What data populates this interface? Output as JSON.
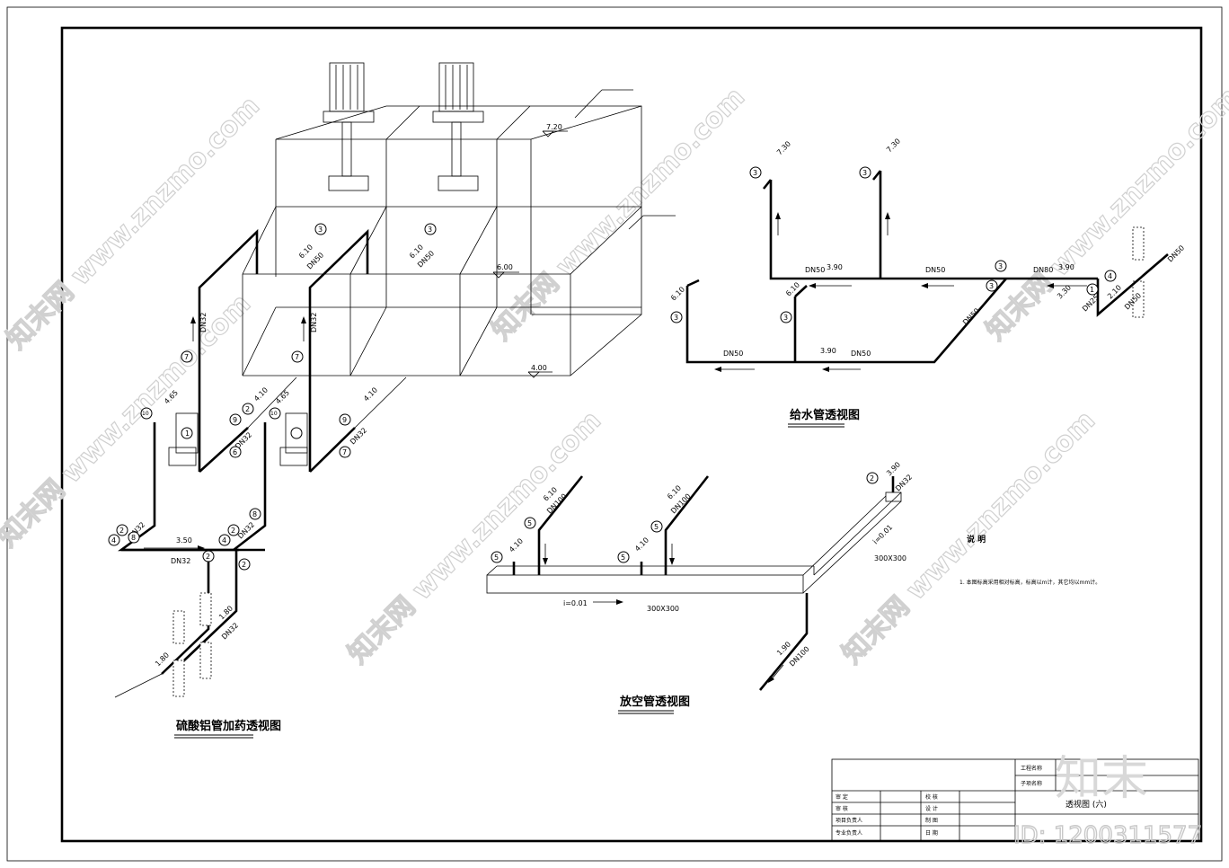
{
  "drawing": {
    "diagram_titles": {
      "supply": "给水管透视图",
      "vent": "放空管透视图",
      "alum": "硫酸铝管加药透视图"
    },
    "notes": {
      "heading": "说 明",
      "item1": "1. 本图标高采用相对标高，标高以m计，其它均以mm计。"
    },
    "title_block": {
      "project_name": "工程名称",
      "sub_name": "子项名称",
      "drawing_name": "透视图 (六)",
      "rows": [
        [
          "审 定",
          "校 核"
        ],
        [
          "审 核",
          "设 计"
        ],
        [
          "项目负责人",
          "制 图"
        ],
        [
          "专业负责人",
          "日 期"
        ]
      ]
    },
    "tank": {
      "elev_top": "7.20",
      "elev_mid": "6.00",
      "elev_bottom": "4.00",
      "elev_inlet_a": "6.10",
      "elev_inlet_b": "6.10",
      "dn_inlet_a": "DN50",
      "dn_inlet_b": "DN50"
    },
    "alum": {
      "riser_dn_a": "DN32",
      "riser_dn_b": "DN32",
      "elev_a": "4.65",
      "elev_b": "4.65",
      "elev_c": "4.10",
      "elev_d": "4.10",
      "dn_c": "DN32",
      "dn_d": "DN32",
      "header_elev": "3.50",
      "header_dn": "DN32",
      "branch_dn_a": "DN32",
      "branch_dn_b": "DN32",
      "lower_elev": "1.80",
      "lower_elev_b": "1.80",
      "lower_dn": "DN32",
      "pump_label": "1"
    },
    "supply": {
      "elev_r1": "7.30",
      "elev_r2": "7.30",
      "elev_l1": "6.10",
      "elev_l2": "6.10",
      "elev_h1": "3.90",
      "elev_h2": "3.90",
      "elev_h3": "3.90",
      "elev_in": "3.30",
      "elev_in2": "2.10",
      "dn_a": "DN50",
      "dn_b": "DN50",
      "dn_c": "DN80",
      "dn_d": "DN50",
      "dn_e": "DN50",
      "dn_f": "DN50",
      "dn_g": "DN25",
      "dn_h": "DN50",
      "dn_i": "DN50"
    },
    "vent": {
      "slope_a": "i=0.01",
      "slope_b": "i=0.01",
      "duct_a": "300X300",
      "duct_b": "300X300",
      "elev_a": "6.10",
      "elev_b": "6.10",
      "elev_c": "4.10",
      "elev_d": "4.10",
      "elev_e": "3.90",
      "elev_f": "1.90",
      "dn_a": "DN100",
      "dn_b": "DN100",
      "dn_c": "DN32",
      "dn_out": "DN100"
    },
    "markers": {
      "m1": "1",
      "m2": "2",
      "m3": "3",
      "m4": "4",
      "m5": "5",
      "m6": "6",
      "m7": "7",
      "m8": "8",
      "m9": "9",
      "m10": "10"
    },
    "watermarks": {
      "site": "知末网 www.znzmo.com",
      "brand": "知末",
      "id": "ID: 1200311577"
    }
  }
}
